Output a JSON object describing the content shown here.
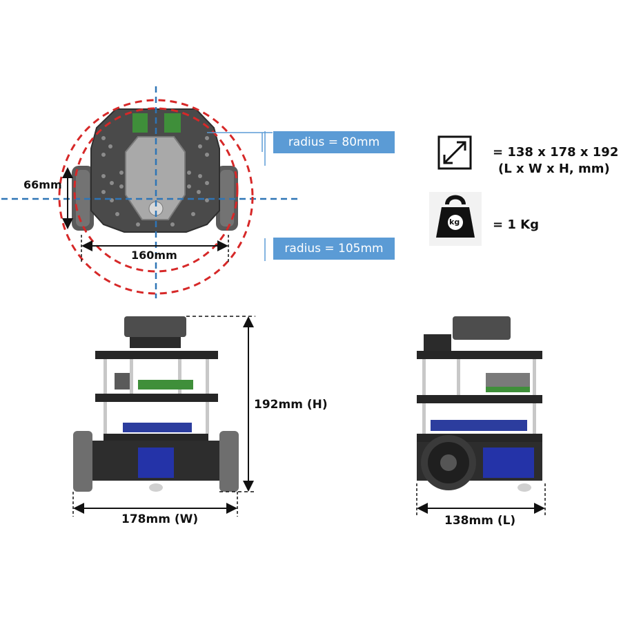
{
  "top_view": {
    "callout_inner": "radius = 80mm",
    "callout_outer": "radius = 105mm",
    "dim_wheel_height": "66mm",
    "dim_track_width": "160mm"
  },
  "front_view": {
    "dim_width": "178mm (W)",
    "dim_height": "192mm (H)"
  },
  "side_view": {
    "dim_length": "138mm (L)"
  },
  "specs": {
    "size_line1": "= 138 x 178 x 192",
    "size_line2": "(L x W x H, mm)",
    "weight": "= 1 Kg",
    "weight_icon_text": "kg"
  },
  "colors": {
    "radius_circle": "#d62828",
    "axis_line": "#2e75b6",
    "callout_bg": "#5b9bd5"
  },
  "icons": [
    "expand-arrows-icon",
    "weight-kettlebell-icon"
  ]
}
